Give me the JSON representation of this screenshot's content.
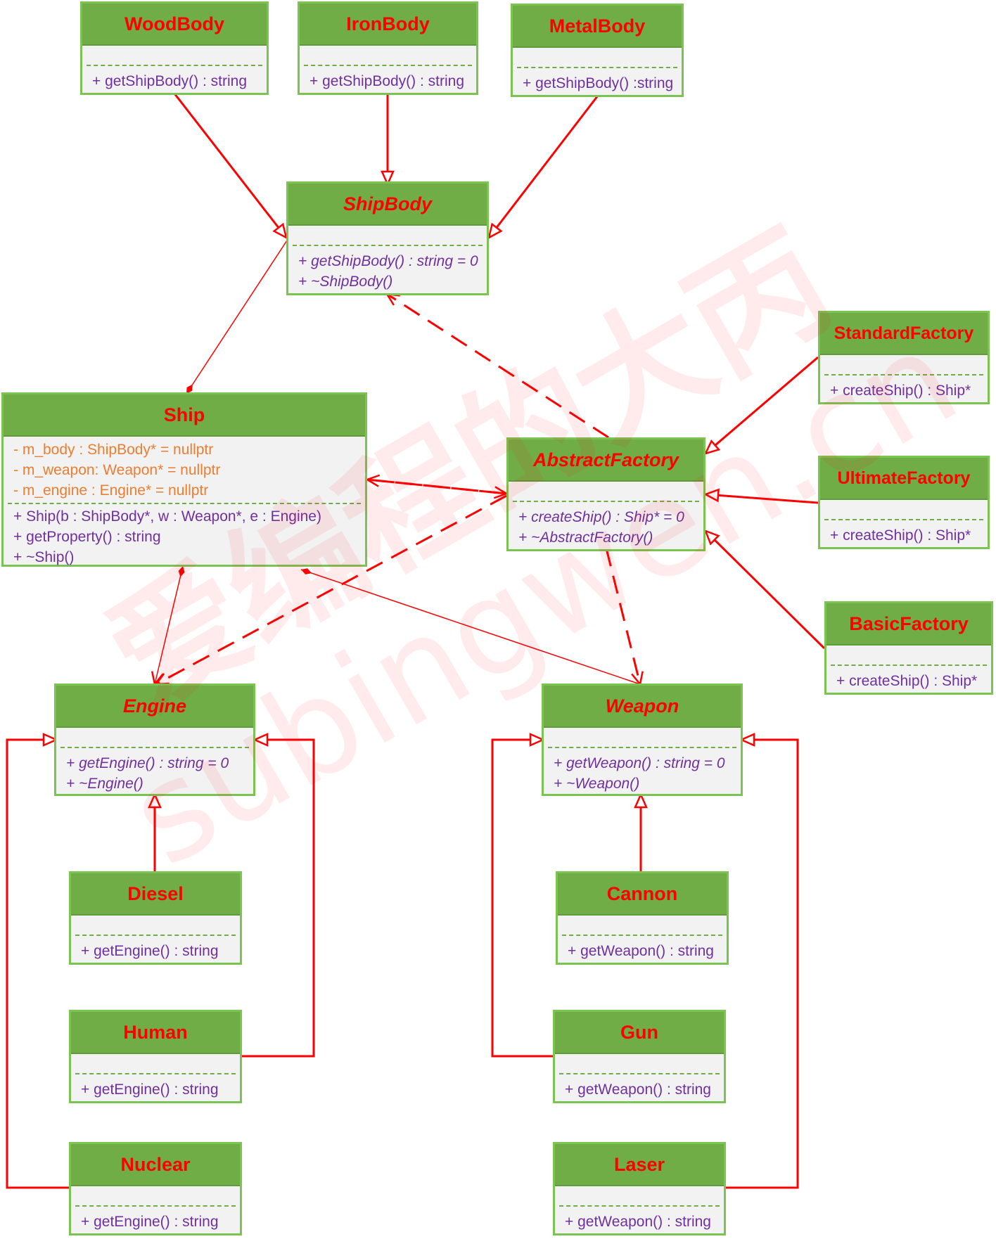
{
  "classes": {
    "woodbody": {
      "name": "WoodBody",
      "ops": [
        "+ getShipBody() : string"
      ]
    },
    "ironbody": {
      "name": "IronBody",
      "ops": [
        "+ getShipBody() : string"
      ]
    },
    "metalbody": {
      "name": "MetalBody",
      "ops": [
        "+ getShipBody() :string"
      ]
    },
    "shipbody": {
      "name": "ShipBody",
      "ops": [
        "+ getShipBody() : string = 0",
        "+ ~ShipBody()"
      ]
    },
    "ship": {
      "name": "Ship",
      "attrs": [
        "- m_body : ShipBody* = nullptr",
        "- m_weapon: Weapon* = nullptr",
        "- m_engine : Engine* = nullptr"
      ],
      "ops": [
        "+ Ship(b : ShipBody*, w : Weapon*, e : Engine)",
        "+ getProperty() : string",
        "+ ~Ship()"
      ]
    },
    "abstractfactory": {
      "name": "AbstractFactory",
      "ops": [
        "+ createShip() : Ship* = 0",
        "+ ~AbstractFactory()"
      ]
    },
    "standardfactory": {
      "name": "StandardFactory",
      "ops": [
        "+ createShip() : Ship*"
      ]
    },
    "ultimatefactory": {
      "name": "UltimateFactory",
      "ops": [
        "+ createShip() : Ship*"
      ]
    },
    "basicfactory": {
      "name": "BasicFactory",
      "ops": [
        "+ createShip() : Ship*"
      ]
    },
    "engine": {
      "name": "Engine",
      "ops": [
        "+ getEngine() : string = 0",
        "+ ~Engine()"
      ]
    },
    "weapon": {
      "name": "Weapon",
      "ops": [
        "+ getWeapon() : string = 0",
        "+ ~Weapon()"
      ]
    },
    "diesel": {
      "name": "Diesel",
      "ops": [
        "+ getEngine() : string"
      ]
    },
    "human": {
      "name": "Human",
      "ops": [
        "+ getEngine() : string"
      ]
    },
    "nuclear": {
      "name": "Nuclear",
      "ops": [
        "+ getEngine() : string"
      ]
    },
    "cannon": {
      "name": "Cannon",
      "ops": [
        "+ getWeapon() : string"
      ]
    },
    "gun": {
      "name": "Gun",
      "ops": [
        "+ getWeapon() : string"
      ]
    },
    "laser": {
      "name": "Laser",
      "ops": [
        "+ getWeapon() : string"
      ]
    }
  },
  "watermark": {
    "line1": "爱编程的大丙",
    "line2": "subingwen.cn"
  },
  "colors": {
    "header_fill": "#70ad47",
    "box_border": "#7cc452",
    "box_fill": "#f2f2f2",
    "class_name": "#ff0000",
    "attribute_text": "#ed7d31",
    "operation_text": "#7030a0",
    "relation_line": "#ff0000"
  }
}
